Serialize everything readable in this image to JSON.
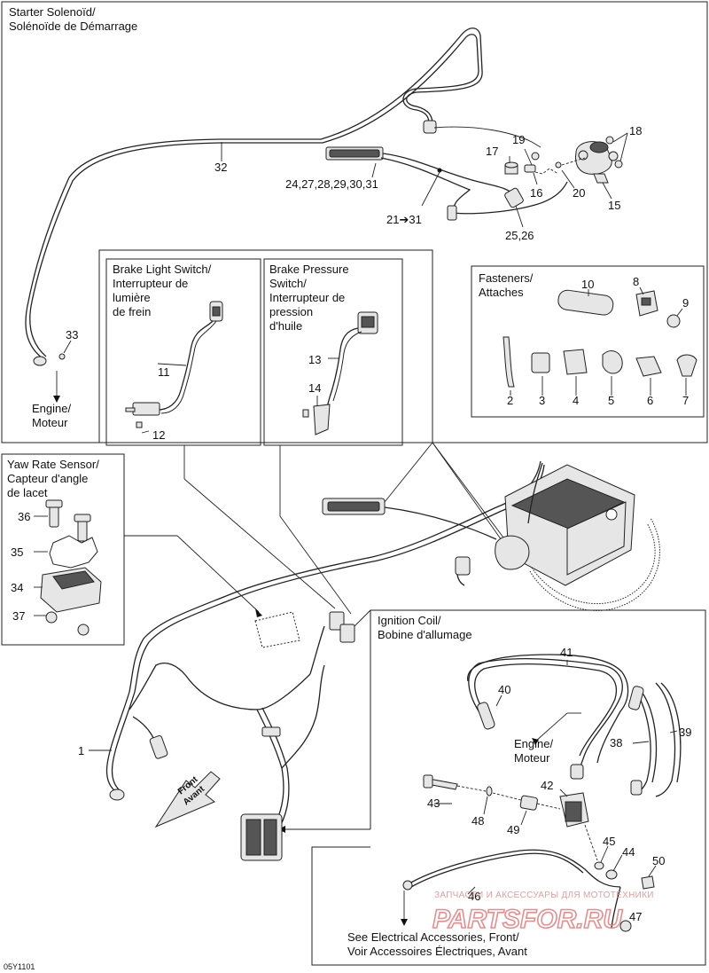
{
  "sections": {
    "starter": [
      "Starter Solenoïd/",
      "Solénoïde de Démarrage"
    ],
    "engine_top": [
      "Engine/",
      "Moteur"
    ],
    "brake_light": [
      "Brake Light Switch/",
      "Interrupteur de",
      "lumière",
      "de frein"
    ],
    "brake_pressure": [
      "Brake Pressure",
      "Switch/",
      "Interrupteur de",
      "pression",
      "d'huile"
    ],
    "fasteners": [
      "Fasteners/",
      "Attaches"
    ],
    "yaw": [
      "Yaw Rate Sensor/",
      "Capteur d'angle",
      "de lacet"
    ],
    "ignition": [
      "Ignition Coil/",
      "Bobine d'allumage"
    ],
    "engine_ign": [
      "Engine/",
      "Moteur"
    ],
    "see_also": [
      "See Electrical Accessories, Front/",
      "Voir Accessoires Électriques, Avant"
    ],
    "front_arrow": [
      "Front",
      "Avant"
    ]
  },
  "callouts": {
    "c1": "1",
    "c2": "2",
    "c3": "3",
    "c4": "4",
    "c5": "5",
    "c6": "6",
    "c7": "7",
    "c8": "8",
    "c9": "9",
    "c10": "10",
    "c11": "11",
    "c12": "12",
    "c13": "13",
    "c14": "14",
    "c15": "15",
    "c16": "16",
    "c17": "17",
    "c18": "18",
    "c19": "19",
    "c20": "20",
    "c21": "21➔31",
    "c24": "24,27,28,29,30,31",
    "c25": "25,26",
    "c32": "32",
    "c33": "33",
    "c34": "34",
    "c35": "35",
    "c36": "36",
    "c37": "37",
    "c38": "38",
    "c39": "39",
    "c40": "40",
    "c41": "41",
    "c42": "42",
    "c43": "43",
    "c44": "44",
    "c45": "45",
    "c46": "46",
    "c47": "47",
    "c48": "48",
    "c49": "49",
    "c50": "50"
  },
  "watermark": {
    "tagline": "ЗАПЧАСТИ И АКСЕССУАРЫ ДЛЯ МОТОТЕХНИКИ",
    "brand": "PARTSFOR.RU"
  },
  "figure_code": "05Y1101"
}
